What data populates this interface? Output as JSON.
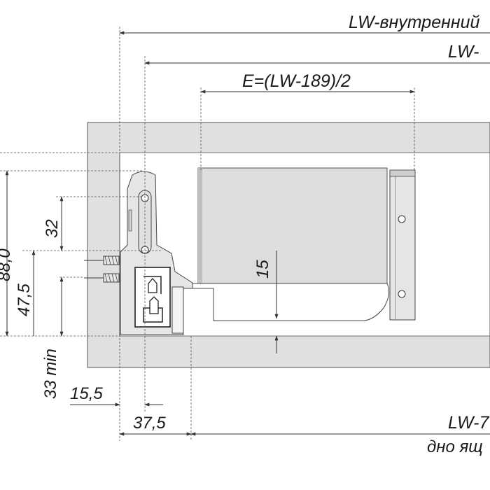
{
  "labels": {
    "lw_inner": "LW-внутренний",
    "lw_top": "LW-",
    "e_formula": "E=(LW-189)/2",
    "dim_88": "88,0",
    "dim_47_5": "47,5",
    "dim_32": "32",
    "dim_15": "15",
    "dim_33min": "33 min",
    "dim_15_5": "15,5",
    "dim_37_5": "37,5",
    "lw_bottom": "LW-7",
    "bottom_note": "дно ящ"
  },
  "colors": {
    "panel_fill": "#e0e0e0",
    "panel_stroke": "#555555",
    "part_fill": "#e6e6e6",
    "rail_fill": "#ffffff",
    "line": "#333333"
  }
}
